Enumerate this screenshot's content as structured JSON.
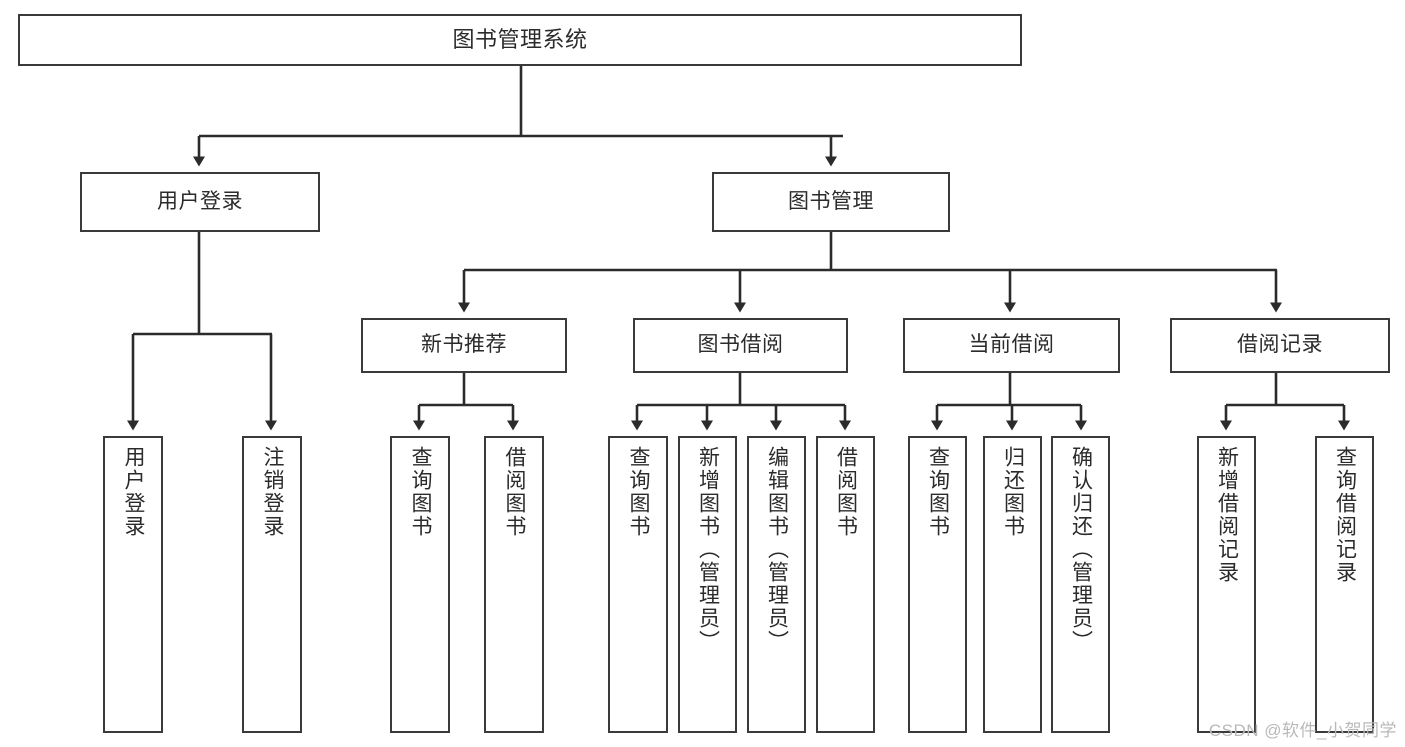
{
  "diagram": {
    "title": "图书管理系统",
    "type": "tree",
    "watermark": "CSDN @软件_小贺同学",
    "colors": {
      "box_border": "#3a3a3a",
      "box_fill": "#ffffff",
      "text": "#2b2b2b",
      "edge": "#2b2b2b",
      "watermark": "#b9b9b9"
    },
    "levels": {
      "root": {
        "label": "图书管理系统"
      },
      "level2": [
        {
          "id": "user-login",
          "label": "用户登录"
        },
        {
          "id": "book-manage",
          "label": "图书管理"
        }
      ],
      "level3": [
        {
          "id": "new-book-recommend",
          "label": "新书推荐"
        },
        {
          "id": "book-borrow",
          "label": "图书借阅"
        },
        {
          "id": "current-borrow",
          "label": "当前借阅"
        },
        {
          "id": "borrow-record",
          "label": "借阅记录"
        }
      ],
      "leaves": {
        "user-login": [
          {
            "id": "leaf-user-login",
            "label": "用户登录"
          },
          {
            "id": "leaf-logout-login",
            "label": "注销登录"
          }
        ],
        "new-book-recommend": [
          {
            "id": "leaf-query-book-1",
            "label": "查询图书"
          },
          {
            "id": "leaf-borrow-book-1",
            "label": "借阅图书"
          }
        ],
        "book-borrow": [
          {
            "id": "leaf-query-book-2",
            "label": "查询图书"
          },
          {
            "id": "leaf-add-book-admin",
            "label": "新增图书（管理员）"
          },
          {
            "id": "leaf-edit-book-admin",
            "label": "编辑图书（管理员）"
          },
          {
            "id": "leaf-borrow-book-2",
            "label": "借阅图书"
          }
        ],
        "current-borrow": [
          {
            "id": "leaf-query-book-3",
            "label": "查询图书"
          },
          {
            "id": "leaf-return-book",
            "label": "归还图书"
          },
          {
            "id": "leaf-confirm-return-admin",
            "label": "确认归还（管理员）"
          }
        ],
        "borrow-record": [
          {
            "id": "leaf-add-borrow-record",
            "label": "新增借阅记录"
          },
          {
            "id": "leaf-query-borrow-record",
            "label": "查询借阅记录"
          }
        ]
      }
    }
  }
}
